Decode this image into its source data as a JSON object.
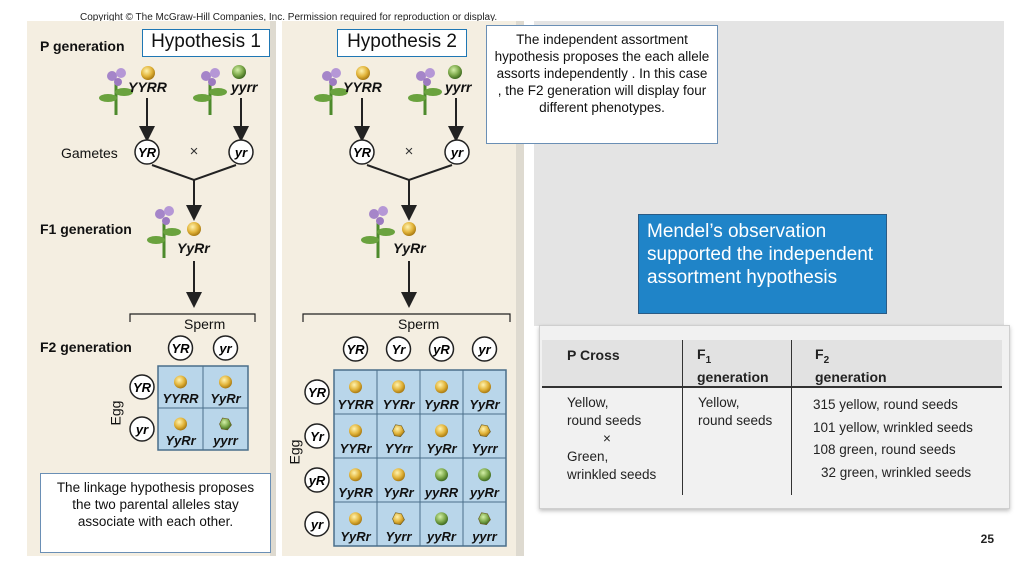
{
  "copyright": "Copyright © The McGraw-Hill Companies, Inc. Permission required for reproduction or display.",
  "hypothesis1": "Hypothesis 1",
  "hypothesis2": "Hypothesis 2",
  "labels": {
    "p_generation": "P generation",
    "gametes": "Gametes",
    "f1_generation": "F1 generation",
    "f2_generation": "F2 generation",
    "sperm": "Sperm",
    "egg": "Egg",
    "cross": "×",
    "f1_genotype": "YyRr",
    "parent1": "YYRR",
    "parent2": "yyrr",
    "gamete1": "YR",
    "gamete2": "yr"
  },
  "hyp1_grid": {
    "headers": [
      "YR",
      "yr"
    ],
    "rows": [
      "YR",
      "yr"
    ],
    "cells": [
      [
        "YYRR",
        "YyRr"
      ],
      [
        "YyRr",
        "yyrr"
      ]
    ]
  },
  "hyp2_grid": {
    "headers": [
      "YR",
      "Yr",
      "yR",
      "yr"
    ],
    "rows": [
      "YR",
      "Yr",
      "yR",
      "yr"
    ],
    "cells": [
      [
        "YYRR",
        "YYRr",
        "YyRR",
        "YyRr"
      ],
      [
        "YYRr",
        "YYrr",
        "YyRr",
        "Yyrr"
      ],
      [
        "YyRR",
        "YyRr",
        "yyRR",
        "yyRr"
      ],
      [
        "YyRr",
        "Yyrr",
        "yyRr",
        "yyrr"
      ]
    ]
  },
  "linkage_text": "The linkage hypothesis proposes the two parental alleles stay associate  with each other.",
  "independent_text": "The independent assortment hypothesis proposes the each allele assorts independently . In this case , the F2 generation will display four different phenotypes.",
  "mendel_text": "Mendel’s observation supported the independent assortment hypothesis",
  "table": {
    "col1": "P Cross",
    "col2_sub": "1",
    "col2_word": "generation",
    "col3_sub": "2",
    "col3_word": "generation",
    "letter_f": "F",
    "pcross": [
      "Yellow,",
      "round seeds",
      "×",
      "Green,",
      "wrinkled seeds"
    ],
    "f1": [
      "Yellow,",
      "round seeds"
    ],
    "f2": [
      "315 yellow, round seeds",
      "101 yellow, wrinkled seeds",
      "108 green, round seeds",
      "32 green, wrinkled seeds"
    ]
  },
  "page_number": "25",
  "colors": {
    "yellow_seed": "#e2b43a",
    "green_seed": "#7ca84a",
    "grid_cell": "#b9d6ea",
    "accent": "#1f84c8"
  }
}
